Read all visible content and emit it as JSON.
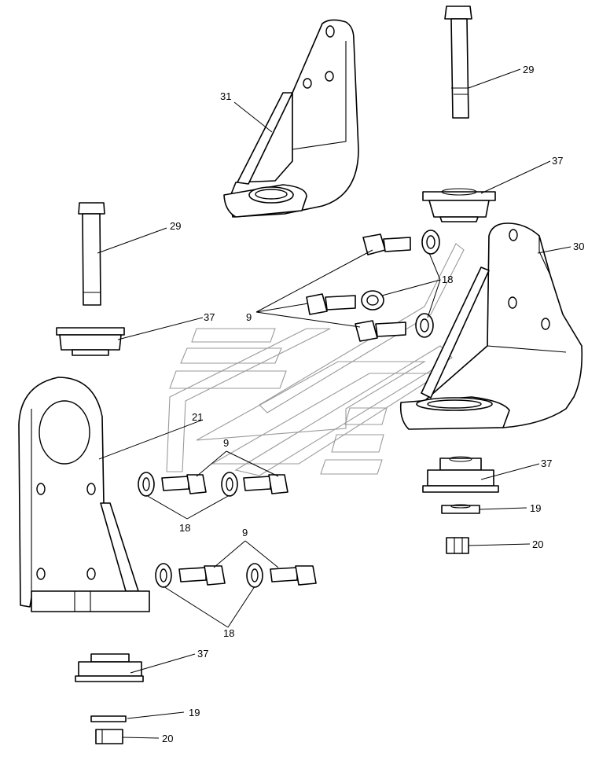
{
  "callouts": {
    "c31": "31",
    "c29_top": "29",
    "c37_top": "37",
    "c29_left": "29",
    "c30": "30",
    "c18_a": "18",
    "c9_a": "9",
    "c37_left": "37",
    "c21": "21",
    "c9_b": "9",
    "c18_b": "18",
    "c37_mid": "37",
    "c19_mid": "19",
    "c20_mid": "20",
    "c9_c": "9",
    "c18_c": "18",
    "c37_bottom": "37",
    "c19_bottom": "19",
    "c20_bottom": "20"
  }
}
